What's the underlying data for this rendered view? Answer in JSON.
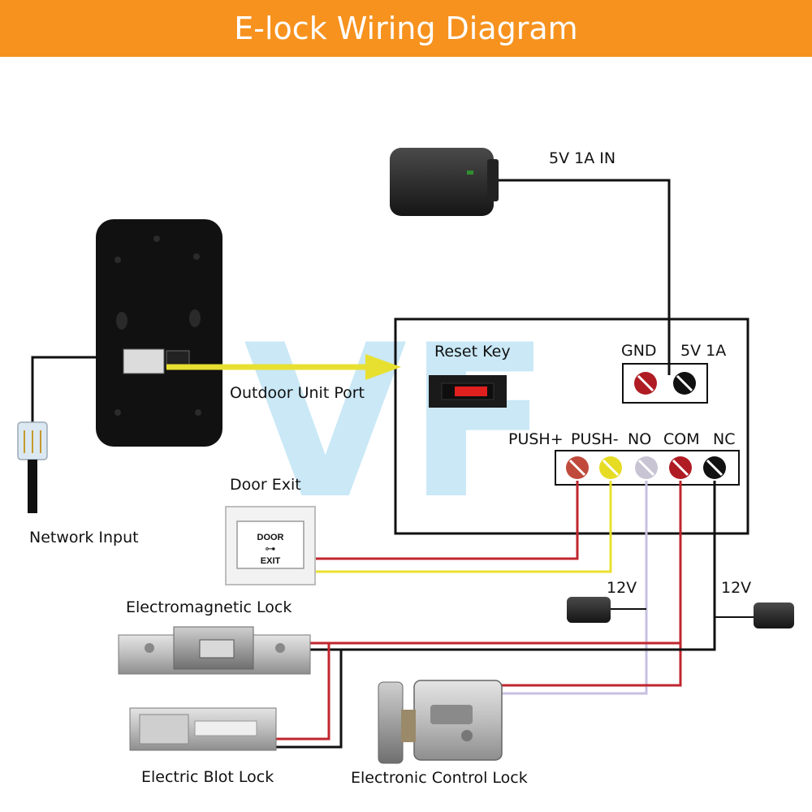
{
  "title": "E-lock Wiring Diagram",
  "colors": {
    "banner": "#f7921e",
    "wire_red": "#c0262d",
    "wire_yellow": "#e8e030",
    "wire_lavender": "#c8c0e0",
    "wire_black": "#111111",
    "watermark": "#9fd6f0"
  },
  "labels": {
    "power_input": "5V 1A IN",
    "reset_key": "Reset Key",
    "gnd": "GND",
    "v5_1a": "5V 1A",
    "outdoor_port": "Outdoor Unit Port",
    "door_exit": "Door Exit",
    "network_input": "Network Input",
    "electromagnetic_lock": "Electromagnetic Lock",
    "electric_blot_lock": "Electric Blot Lock",
    "electronic_control_lock": "Electronic Control Lock",
    "psu_12v_left": "12V",
    "psu_12v_right": "12V",
    "terminals": [
      "PUSH+",
      "PUSH-",
      "NO",
      "COM",
      "NC"
    ],
    "exit_button_top": "DOOR",
    "exit_button_bottom": "EXIT",
    "watermark_mark": "VF"
  }
}
